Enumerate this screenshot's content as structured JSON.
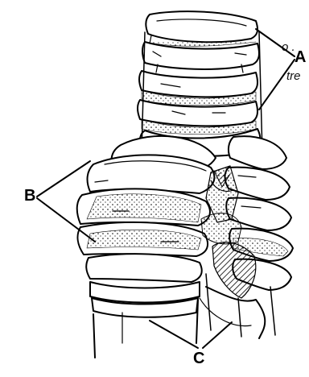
{
  "fragments": {
    "line1": "o  .",
    "line2": "tre"
  },
  "labels": {
    "a": "A",
    "b": "B",
    "c": "C"
  },
  "colors": {
    "ink": "#000000",
    "background": "#ffffff"
  }
}
